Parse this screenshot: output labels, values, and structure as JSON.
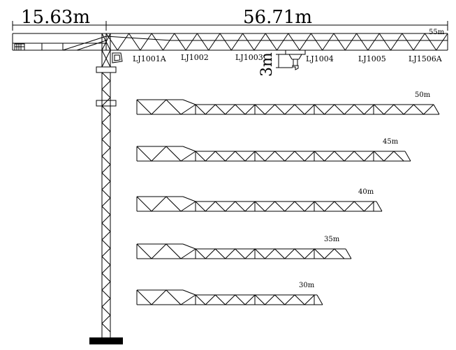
{
  "dimensions": {
    "counter_jib": "15.63m",
    "main_jib": "56.71m",
    "trolley_height": "3m"
  },
  "main_jib": {
    "length_label": "55m",
    "sections": [
      "LJ1001A",
      "LJ1002",
      "LJ1003",
      "LJ1004",
      "LJ1005",
      "LJ1506A"
    ]
  },
  "jib_variants": [
    {
      "id": "jib-50m",
      "label": "50m"
    },
    {
      "id": "jib-45m",
      "label": "45m"
    },
    {
      "id": "jib-40m",
      "label": "40m"
    },
    {
      "id": "jib-35m",
      "label": "35m"
    },
    {
      "id": "jib-30m",
      "label": "30m"
    }
  ],
  "colors": {
    "line": "#000000",
    "base": "#000000",
    "background": "#ffffff"
  }
}
